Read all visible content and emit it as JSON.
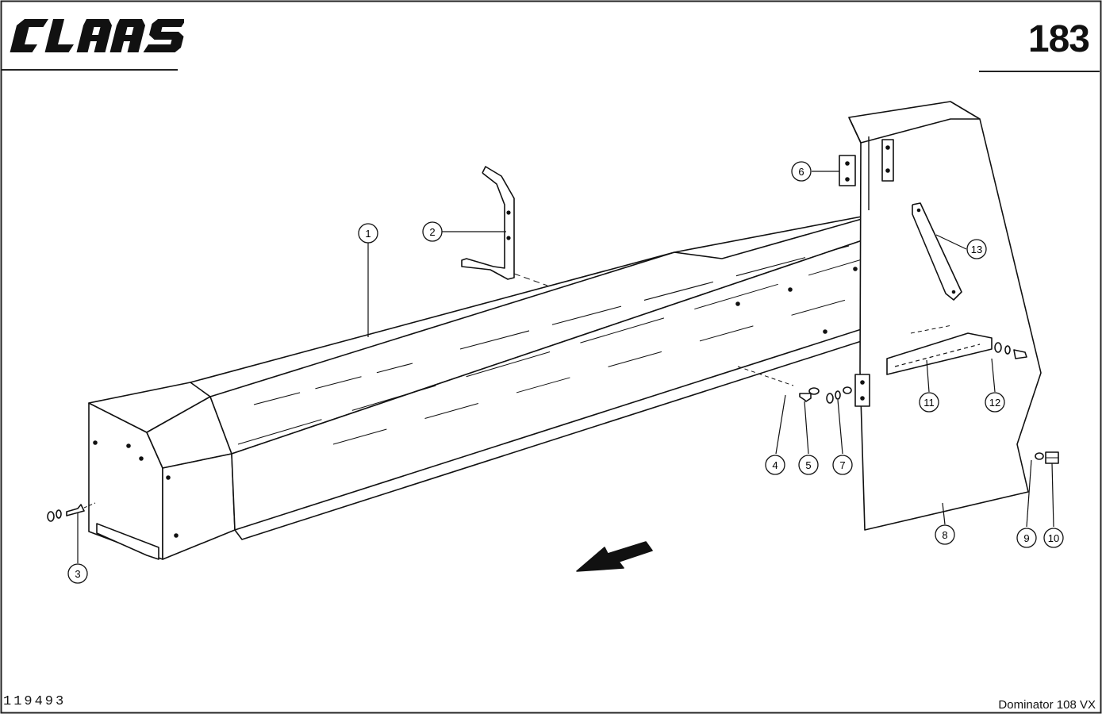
{
  "header": {
    "brand": "CLAAS",
    "page_number": "183"
  },
  "footer": {
    "drawing_number": "119493",
    "model": "Dominator 108 VX"
  },
  "callouts": [
    "1",
    "2",
    "3",
    "4",
    "5",
    "6",
    "7",
    "8",
    "9",
    "10",
    "11",
    "12",
    "13"
  ]
}
